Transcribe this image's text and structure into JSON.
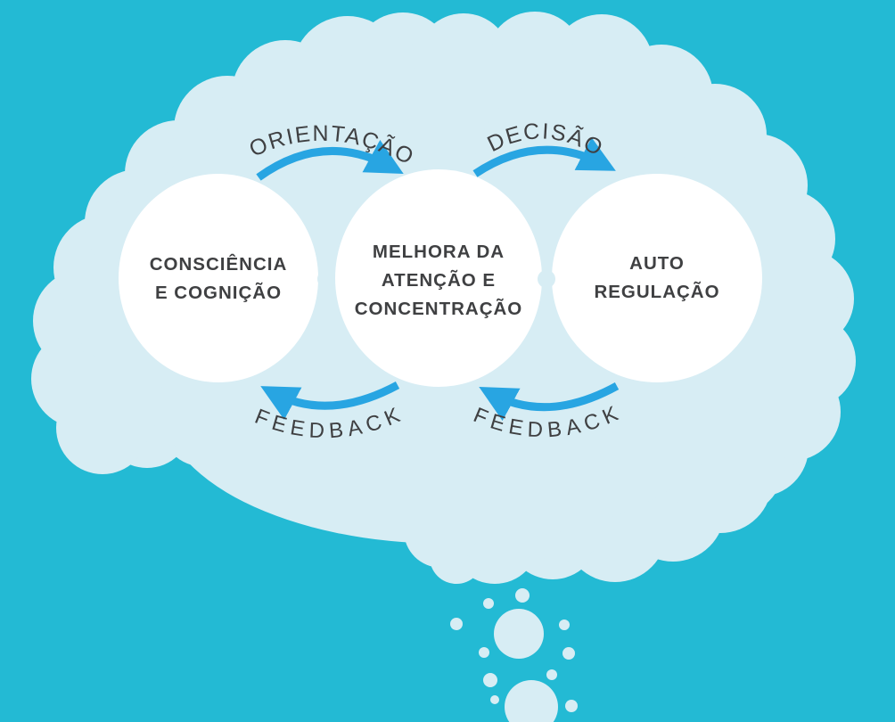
{
  "diagram": {
    "nodes": [
      {
        "id": "consciencia",
        "label": "CONSCIÊNCIA\nE COGNIÇÃO"
      },
      {
        "id": "melhora",
        "label": "MELHORA DA\nATENÇÃO E\nCONCENTRAÇÃO"
      },
      {
        "id": "autorregulacao",
        "label": "AUTO\nREGULAÇÃO"
      }
    ],
    "flow_arrows": [
      {
        "id": "orientacao",
        "label": "ORIENTAÇÃO",
        "direction": "right"
      },
      {
        "id": "decisao",
        "label": "DECISÃO",
        "direction": "right"
      },
      {
        "id": "feedback-left",
        "label": "FEEDBACK",
        "direction": "left"
      },
      {
        "id": "feedback-right",
        "label": "FEEDBACK",
        "direction": "left"
      }
    ]
  },
  "colors": {
    "background": "#23bad4",
    "brain": "#d7edf4",
    "node": "#ffffff",
    "arrow": "#28a5e2",
    "text": "#3f4042"
  }
}
